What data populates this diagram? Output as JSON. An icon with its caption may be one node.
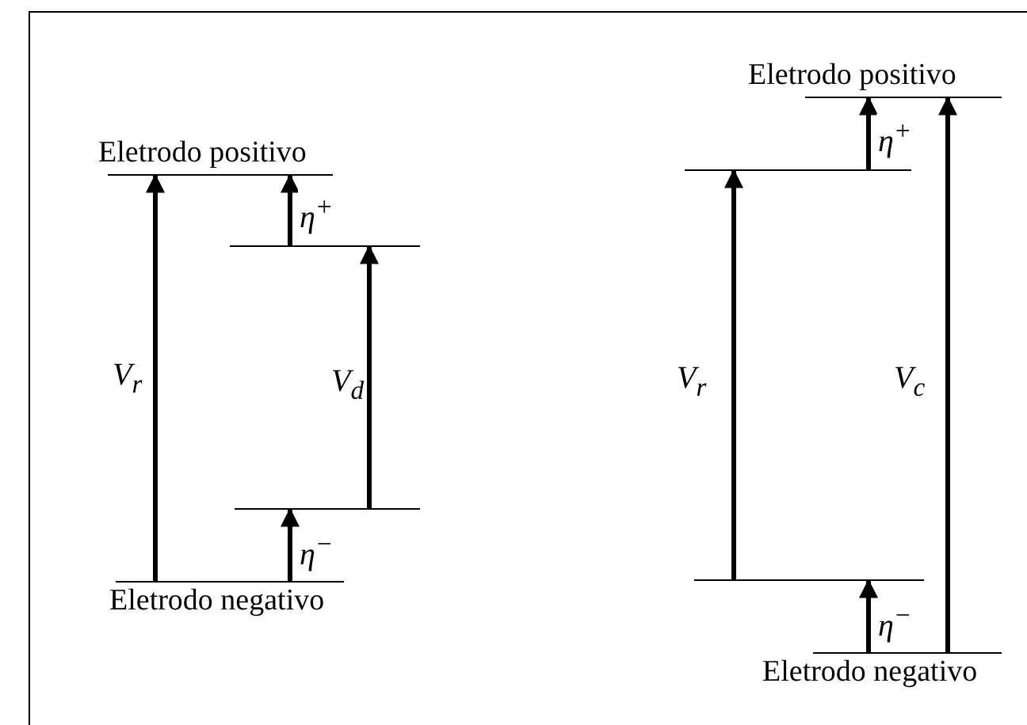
{
  "diagram": {
    "nodes": [
      {
        "text": [
          "Eletrodo positivo"
        ]
      },
      {
        "text": [],
        "shape": "line"
      },
      {
        "text": [],
        "shape": "line"
      },
      {
        "text": [
          "Eletrodo negativo"
        ]
      },
      {
        "text": [
          "Eletrodo positivo"
        ]
      },
      {
        "text": [],
        "shape": "line"
      },
      {
        "text": [],
        "shape": "line"
      },
      {
        "text": [
          "Eletrodo negativo"
        ]
      }
    ],
    "edges": [
      {
        "from": 3,
        "to": 0,
        "arrow": "to",
        "label": "V$_{r}$"
      },
      {
        "from": 1,
        "to": 0,
        "arrow": "to",
        "label": "η$^{+}$"
      },
      {
        "from": 2,
        "to": 1,
        "arrow": "to",
        "label": "V$_{d}$"
      },
      {
        "from": 3,
        "to": 2,
        "arrow": "to",
        "label": "η$^{−}$"
      },
      {
        "from": 6,
        "to": 5,
        "arrow": "to",
        "label": "V$_{r}$"
      },
      {
        "from": 5,
        "to": 4,
        "arrow": "to",
        "label": "η$^{+}$"
      },
      {
        "from": 7,
        "to": 4,
        "arrow": "to",
        "label": "V$_{c}$"
      },
      {
        "from": 7,
        "to": 6,
        "arrow": "to",
        "label": "η$^{−}$"
      }
    ]
  }
}
